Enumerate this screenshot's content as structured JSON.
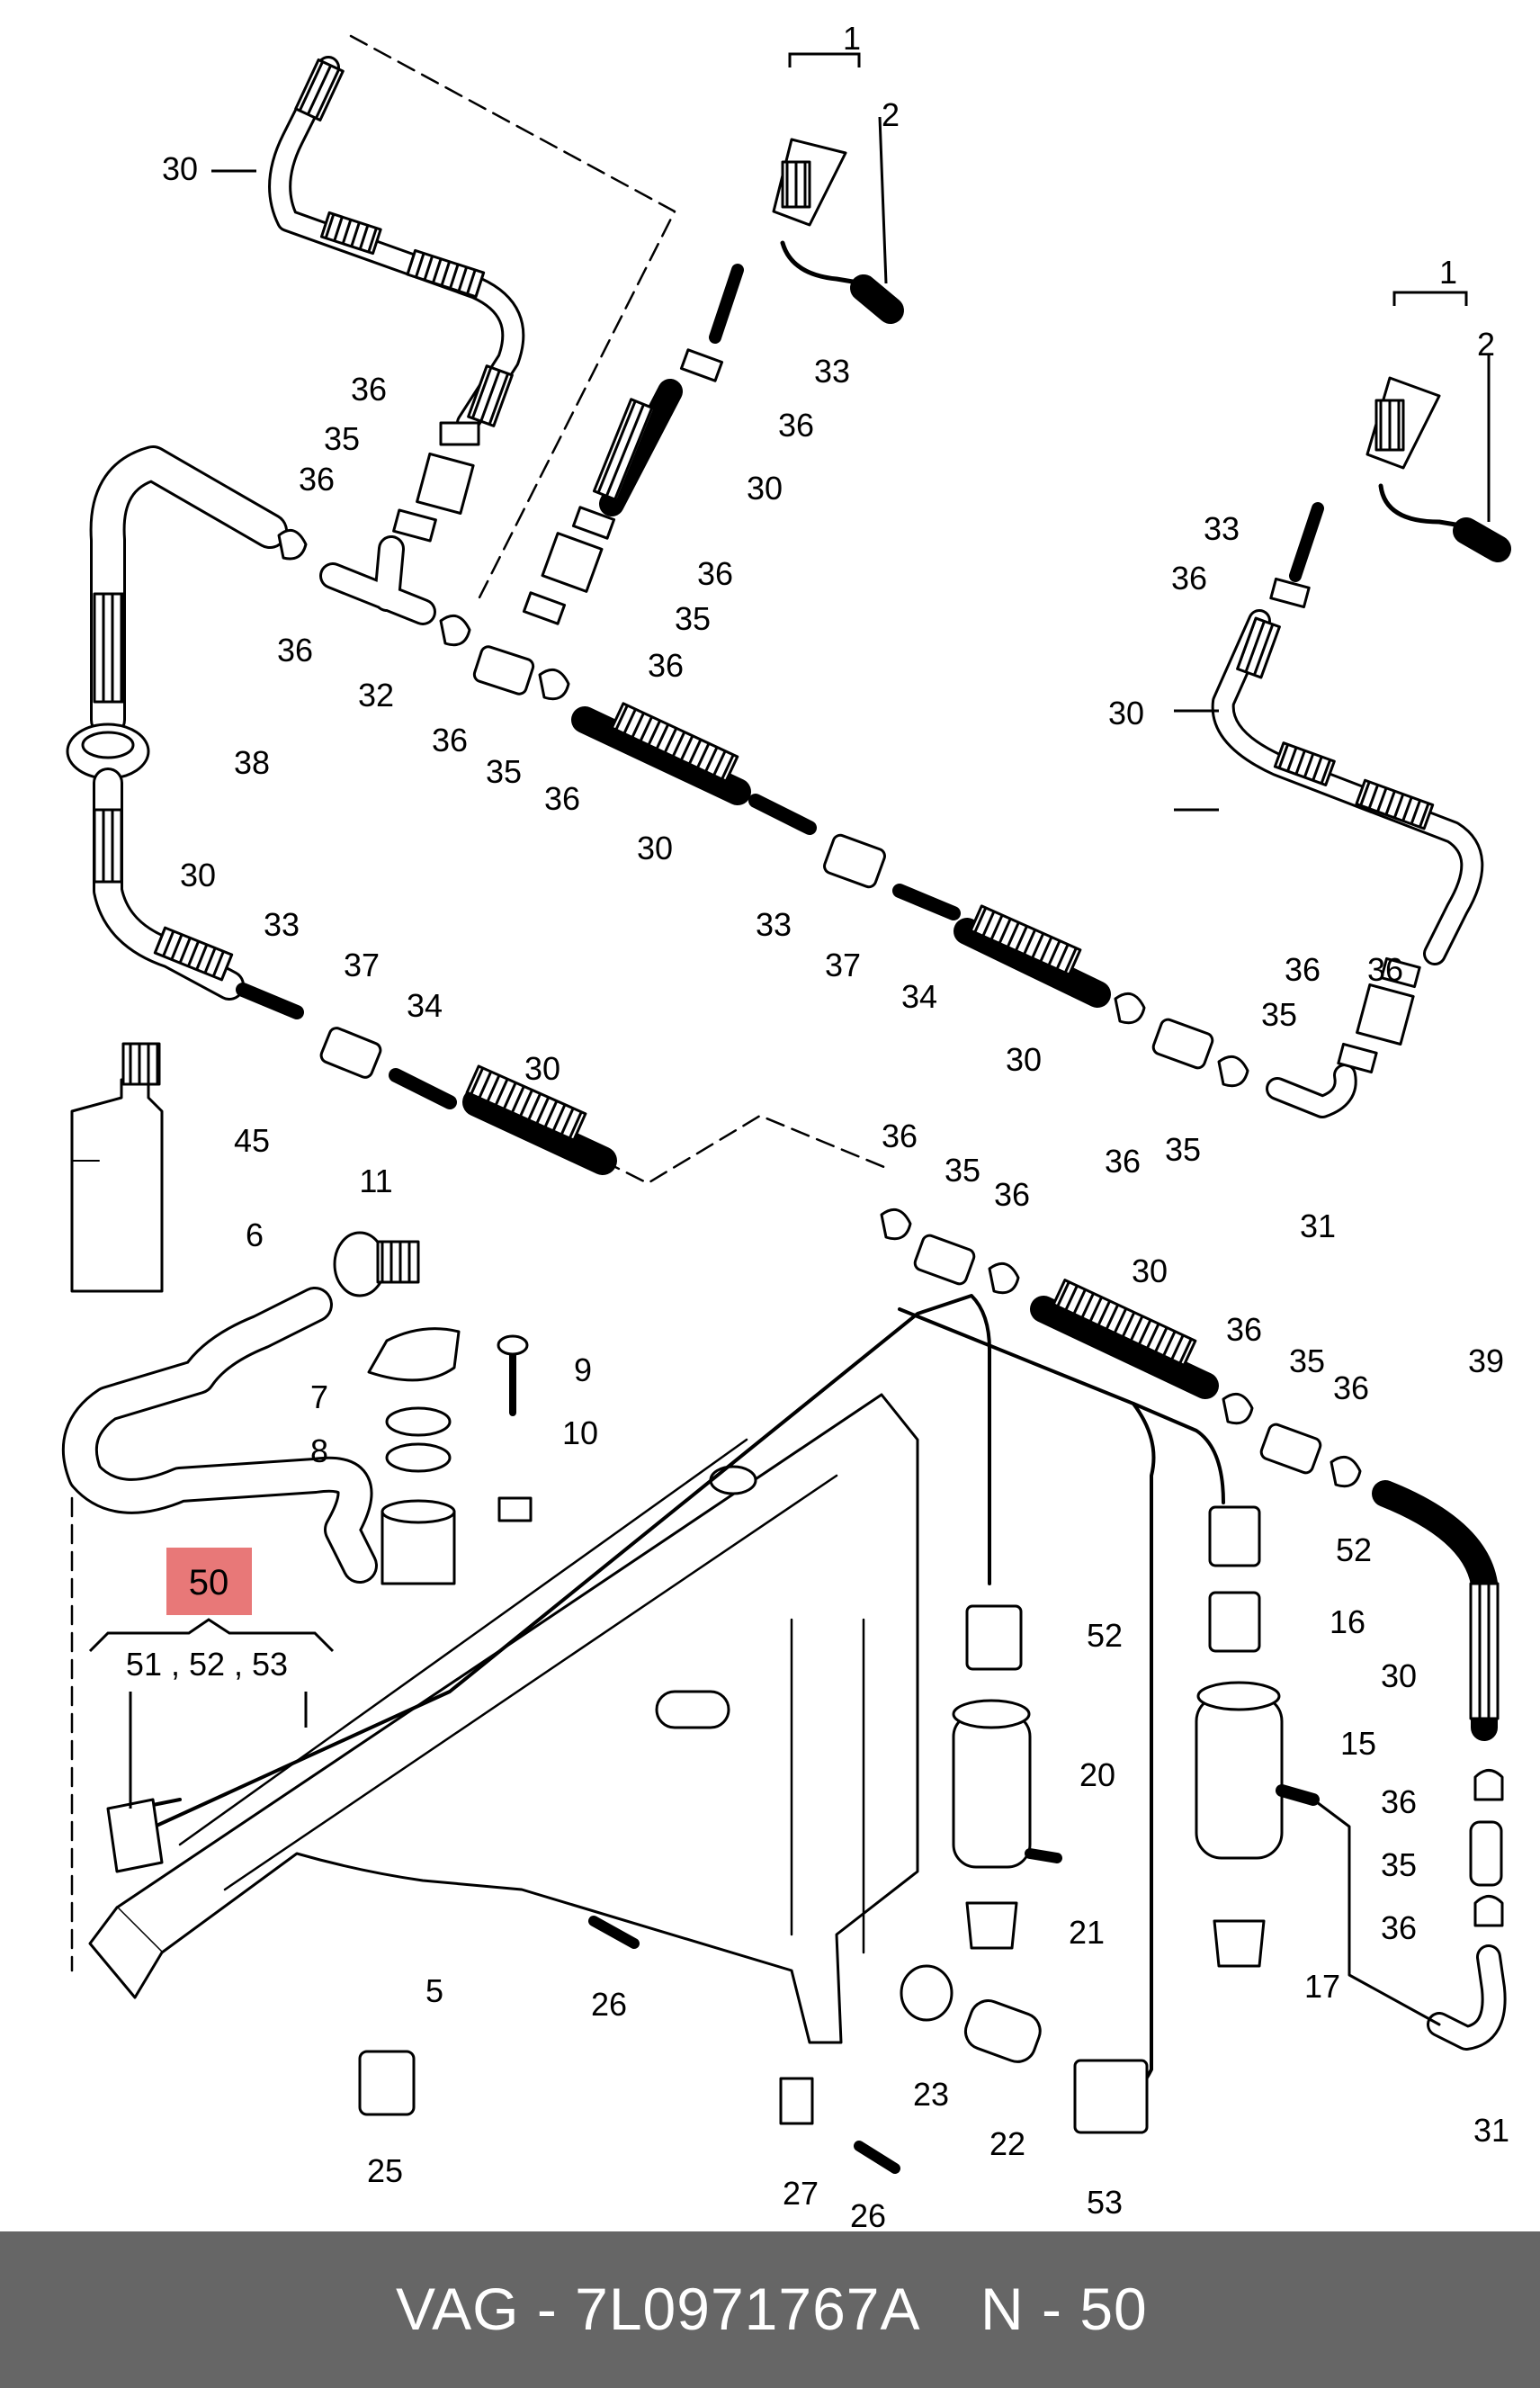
{
  "callouts": [
    {
      "id": "c1a",
      "label": "1"
    },
    {
      "id": "c2a",
      "label": "2"
    },
    {
      "id": "c1b",
      "label": "1"
    },
    {
      "id": "c2b",
      "label": "2"
    },
    {
      "id": "c30a",
      "label": "30"
    },
    {
      "id": "c33a",
      "label": "33"
    },
    {
      "id": "c36a",
      "label": "36"
    },
    {
      "id": "c30b",
      "label": "30"
    },
    {
      "id": "c36b",
      "label": "36"
    },
    {
      "id": "c35a",
      "label": "35"
    },
    {
      "id": "c36c",
      "label": "36"
    },
    {
      "id": "c36d",
      "label": "36"
    },
    {
      "id": "c35b",
      "label": "35"
    },
    {
      "id": "c36e",
      "label": "36"
    },
    {
      "id": "c36f",
      "label": "36"
    },
    {
      "id": "c32",
      "label": "32"
    },
    {
      "id": "c36g",
      "label": "36"
    },
    {
      "id": "c35c",
      "label": "35"
    },
    {
      "id": "c36h",
      "label": "36"
    },
    {
      "id": "c38",
      "label": "38"
    },
    {
      "id": "c30c",
      "label": "30"
    },
    {
      "id": "c33b",
      "label": "33"
    },
    {
      "id": "c37a",
      "label": "37"
    },
    {
      "id": "c34a",
      "label": "34"
    },
    {
      "id": "c30d",
      "label": "30"
    },
    {
      "id": "c33c",
      "label": "33"
    },
    {
      "id": "c37b",
      "label": "37"
    },
    {
      "id": "c34b",
      "label": "34"
    },
    {
      "id": "c30e",
      "label": "30"
    },
    {
      "id": "c33d",
      "label": "33"
    },
    {
      "id": "c36i",
      "label": "36"
    },
    {
      "id": "c30f",
      "label": "30"
    },
    {
      "id": "c36j",
      "label": "36"
    },
    {
      "id": "c35d",
      "label": "35"
    },
    {
      "id": "c36k",
      "label": "36"
    },
    {
      "id": "c35e",
      "label": "35"
    },
    {
      "id": "c36l",
      "label": "36"
    },
    {
      "id": "c31a",
      "label": "31"
    },
    {
      "id": "c30g",
      "label": "30"
    },
    {
      "id": "c45",
      "label": "45"
    },
    {
      "id": "c11",
      "label": "11"
    },
    {
      "id": "c6",
      "label": "6"
    },
    {
      "id": "c36m",
      "label": "36"
    },
    {
      "id": "c35f",
      "label": "35"
    },
    {
      "id": "c36n",
      "label": "36"
    },
    {
      "id": "c30h",
      "label": "30"
    },
    {
      "id": "c36o",
      "label": "36"
    },
    {
      "id": "c35g",
      "label": "35"
    },
    {
      "id": "c36p",
      "label": "36"
    },
    {
      "id": "c39",
      "label": "39"
    },
    {
      "id": "c9",
      "label": "9"
    },
    {
      "id": "c7",
      "label": "7"
    },
    {
      "id": "c10",
      "label": "10"
    },
    {
      "id": "c8",
      "label": "8"
    },
    {
      "id": "c52a",
      "label": "52"
    },
    {
      "id": "c16",
      "label": "16"
    },
    {
      "id": "c52b",
      "label": "52"
    },
    {
      "id": "c30i",
      "label": "30"
    },
    {
      "id": "c15",
      "label": "15"
    },
    {
      "id": "c20",
      "label": "20"
    },
    {
      "id": "c36q",
      "label": "36"
    },
    {
      "id": "c35h",
      "label": "35"
    },
    {
      "id": "c36r",
      "label": "36"
    },
    {
      "id": "c21",
      "label": "21"
    },
    {
      "id": "c17",
      "label": "17"
    },
    {
      "id": "c31b",
      "label": "31"
    },
    {
      "id": "c5",
      "label": "5"
    },
    {
      "id": "c26a",
      "label": "26"
    },
    {
      "id": "c23",
      "label": "23"
    },
    {
      "id": "c22",
      "label": "22"
    },
    {
      "id": "c53",
      "label": "53"
    },
    {
      "id": "c25",
      "label": "25"
    },
    {
      "id": "c27",
      "label": "27"
    },
    {
      "id": "c26b",
      "label": "26"
    }
  ],
  "highlight": {
    "label": "50",
    "sub_label": "51 , 52 , 53",
    "color": "#e87878"
  },
  "footer": {
    "part_text": "VAG - 7L0971767A",
    "position_text": "N - 50",
    "background": "#666666"
  }
}
